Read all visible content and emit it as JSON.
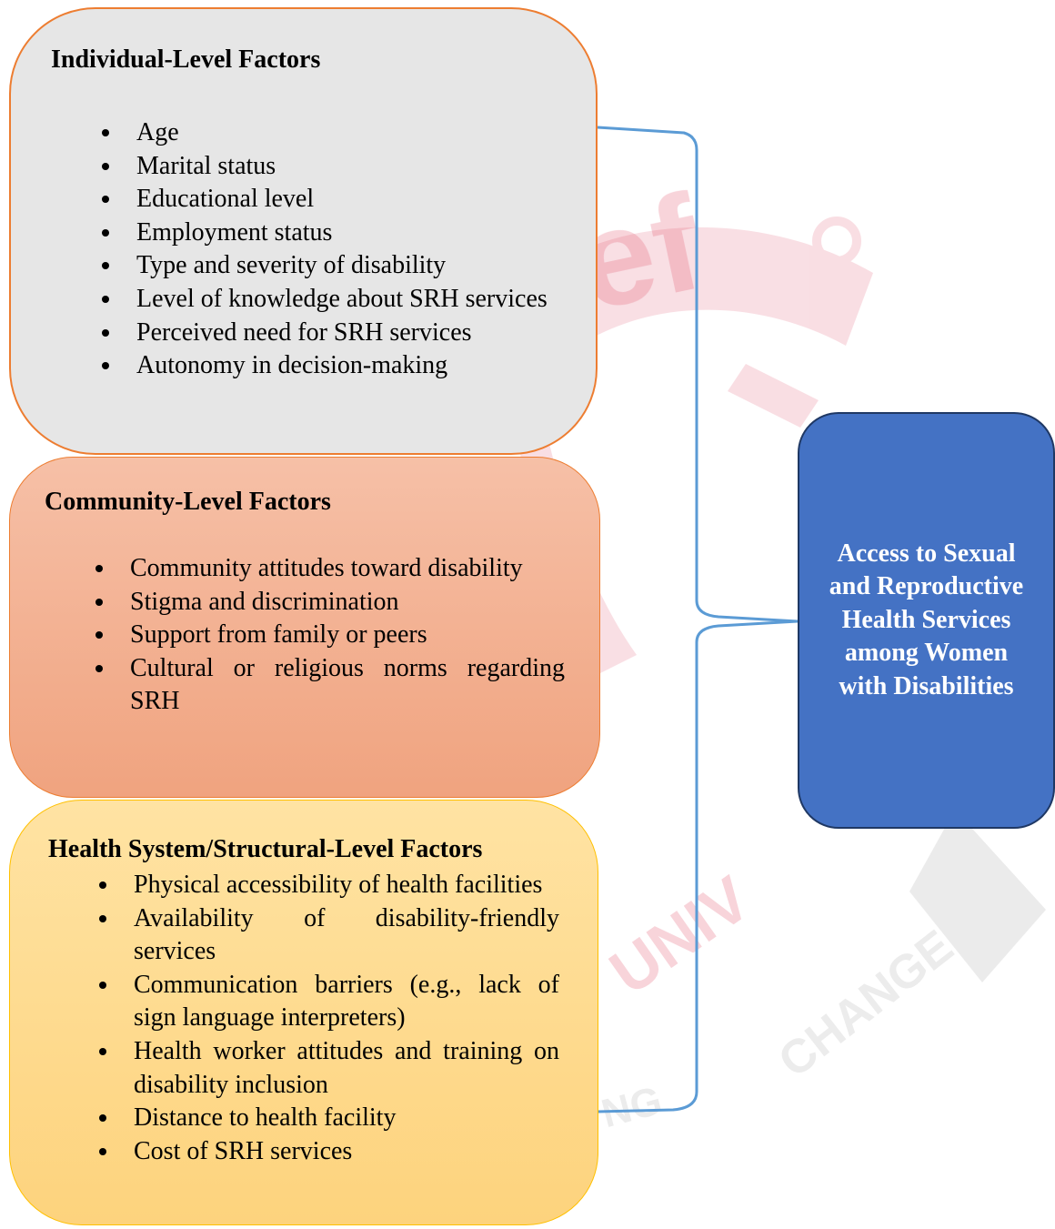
{
  "individual": {
    "title": "Individual-Level Factors",
    "items": [
      "Age",
      "Marital status",
      "Educational level",
      "Employment status",
      "Type and severity of disability",
      "Level of knowledge about SRH services",
      "Perceived need for SRH services",
      "Autonomy in decision-making"
    ]
  },
  "community": {
    "title": "Community-Level Factors",
    "items": [
      "Community attitudes toward disability",
      "Stigma and discrimination",
      "Support from family or peers",
      "Cultural or religious norms regarding SRH"
    ]
  },
  "health": {
    "title": "Health System/Structural-Level Factors",
    "items": [
      "Physical accessibility of health facilities",
      "Availability of disability-friendly services",
      "Communication barriers (e.g., lack of sign language interpreters)",
      "Health worker attitudes and training on disability inclusion",
      "Distance to health facility",
      "Cost of SRH services"
    ]
  },
  "outcome": {
    "title": "Access to Sexual and Reproductive Health Services among Women with Disabilities"
  },
  "watermark": {
    "texts": [
      "ef",
      "UNIV",
      "CHANGE",
      "NG"
    ]
  },
  "colors": {
    "individual_fill": "#e6e6e6",
    "individual_border": "#ed7d31",
    "community_fill": "#f0a37f",
    "health_fill": "#fdd37d",
    "outcome_fill": "#4472c4",
    "outcome_border": "#1f3864",
    "brace": "#5b9bd5"
  }
}
